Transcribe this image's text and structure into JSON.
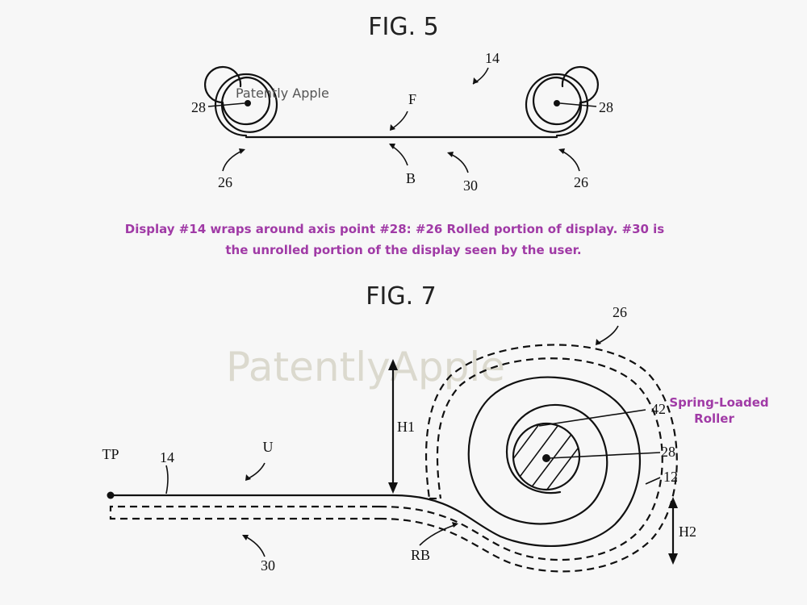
{
  "fig5": {
    "title": "FIG. 5",
    "labels": {
      "display": "14",
      "axis_left": "28",
      "axis_right": "28",
      "rolled_left": "26",
      "rolled_right": "26",
      "front": "F",
      "back": "B",
      "unrolled": "30"
    },
    "watermark": "Patently Apple"
  },
  "caption": {
    "line1": "Display #14 wraps around axis point #28: #26 Rolled portion of display. #30 is",
    "line2": "the unrolled portion of the display seen by the user."
  },
  "fig7": {
    "title": "FIG. 7",
    "labels": {
      "rolled": "26",
      "roller": "42",
      "axis": "28",
      "layer": "12",
      "height1": "H1",
      "height2": "H2",
      "tip_point": "TP",
      "display": "14",
      "user_side": "U",
      "unrolled": "30",
      "bend": "RB"
    },
    "note_line1": "Spring-Loaded",
    "note_line2": "Roller",
    "watermark": "PatentlyApple"
  },
  "colors": {
    "background": "#f7f7f7",
    "ink": "#111111",
    "caption": "#a03aa6",
    "watermark": "#d2cfc0"
  }
}
